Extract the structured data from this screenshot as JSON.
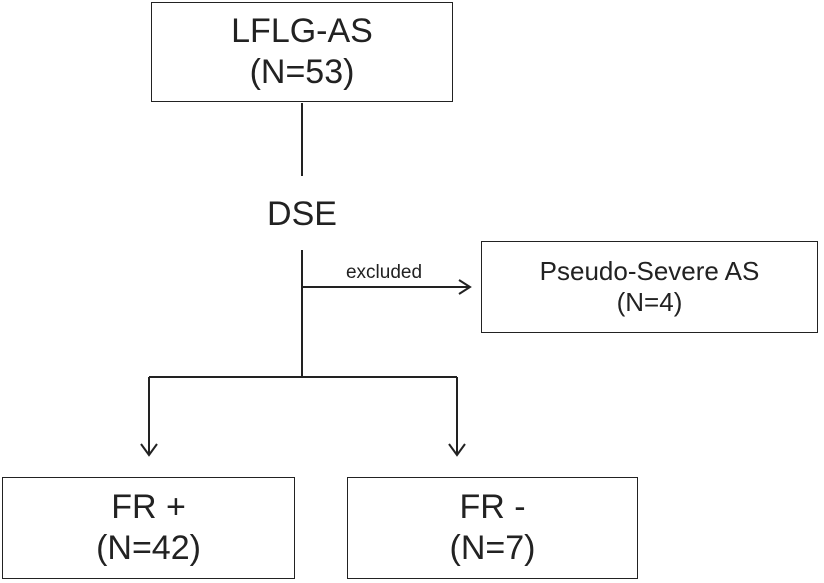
{
  "nodes": {
    "top": {
      "title": "LFLG-AS",
      "count": "(N=53)"
    },
    "excluded": {
      "title": "Pseudo-Severe AS",
      "count": "(N=4)"
    },
    "fr_plus": {
      "title": "FR +",
      "count": "(N=42)"
    },
    "fr_minus": {
      "title": "FR -",
      "count": "(N=7)"
    }
  },
  "labels": {
    "step": "DSE",
    "excluded_edge": "excluded"
  },
  "edges": [
    {
      "from": "top",
      "to": "excluded",
      "label": "excluded"
    },
    {
      "from": "top",
      "to": "fr_plus"
    },
    {
      "from": "top",
      "to": "fr_minus"
    }
  ],
  "colors": {
    "stroke": "#222222",
    "text": "#222222",
    "background": "#ffffff"
  }
}
